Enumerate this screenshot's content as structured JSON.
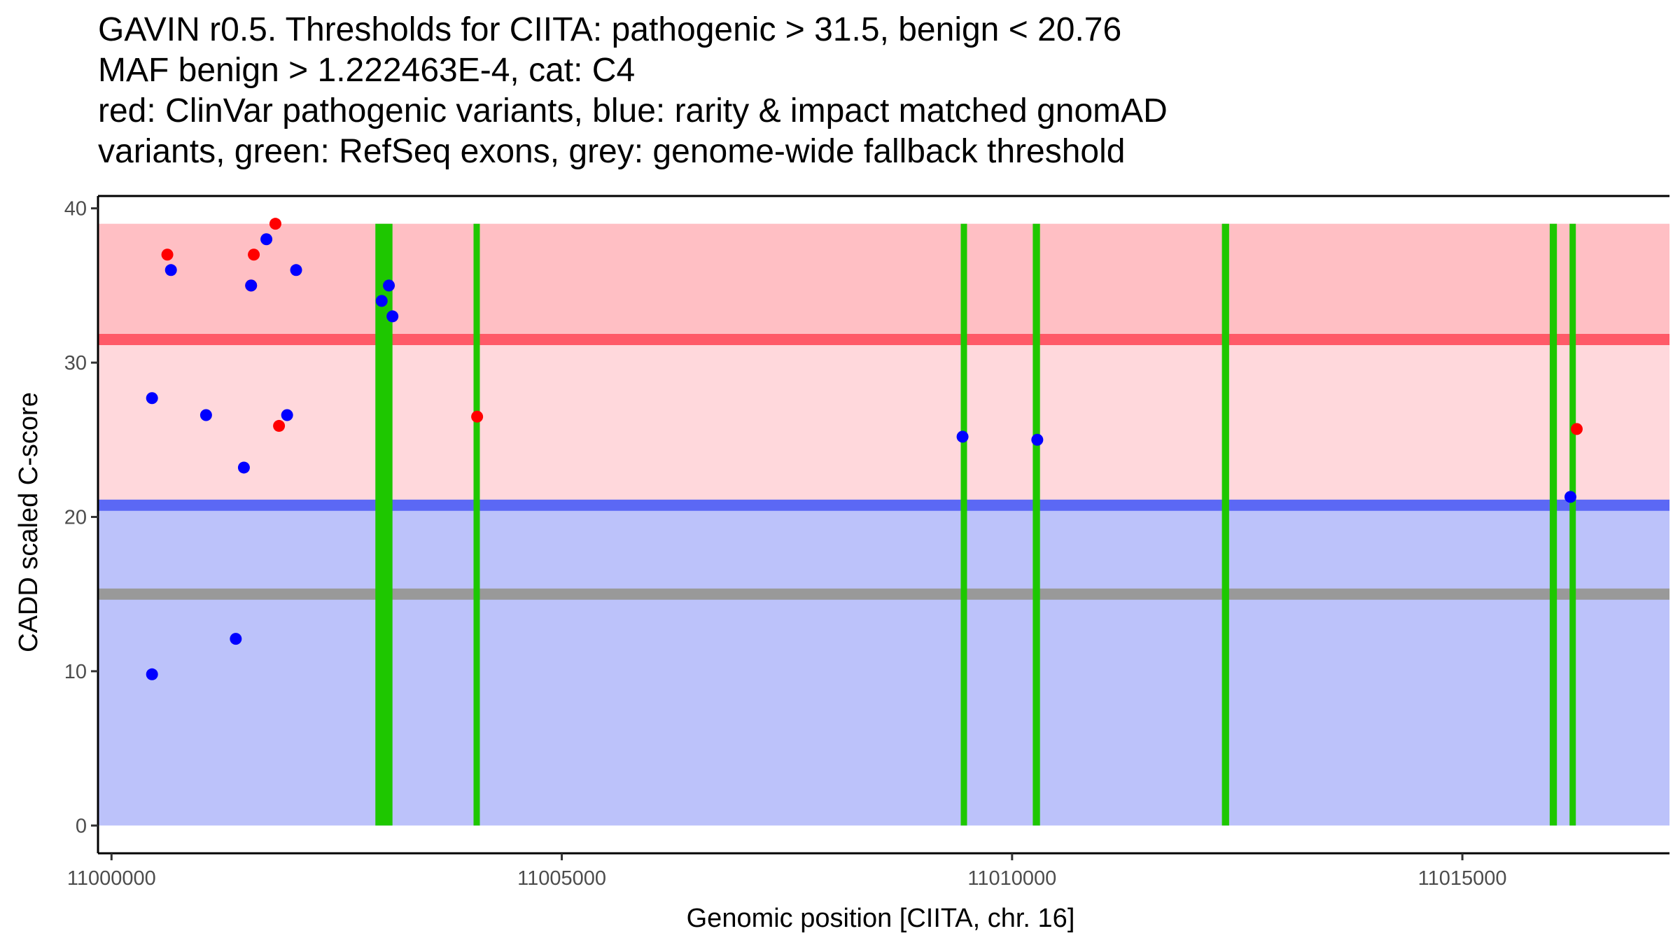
{
  "chart_data": {
    "type": "scatter",
    "title_lines": [
      "GAVIN r0.5. Thresholds for CIITA: pathogenic > 31.5, benign < 20.76",
      "MAF benign > 1.222463E-4, cat: C4",
      "red: ClinVar pathogenic variants, blue: rarity & impact matched gnomAD",
      "variants, green: RefSeq exons, grey: genome-wide fallback threshold"
    ],
    "xlabel": "Genomic position [CIITA, chr. 16]",
    "ylabel": "CADD scaled C-score",
    "xlim": [
      10999850,
      11017300
    ],
    "ylim": [
      -1.8,
      40.8
    ],
    "xticks": [
      11000000,
      11005000,
      11010000,
      11015000
    ],
    "xtick_labels": [
      "11000000",
      "11005000",
      "11010000",
      "11015000"
    ],
    "yticks": [
      0,
      10,
      20,
      30,
      40
    ],
    "ytick_labels": [
      "0",
      "10",
      "20",
      "30",
      "40"
    ],
    "grid": false,
    "colors": {
      "pathogenic_region": "#ffbfc4",
      "vus_region": "#ffd8dc",
      "benign_region": "#bcc2fa",
      "pathogenic_line": "#ff5a68",
      "benign_line": "#5b68f5",
      "fallback_line": "#999999",
      "exon": "#1ec700",
      "clinvar_point": "#ff0000",
      "gnomad_point": "#0000ff"
    },
    "regions": [
      {
        "name": "pathogenic",
        "y0": 31.5,
        "y1": 39,
        "color": "#ffbfc4"
      },
      {
        "name": "intermediate",
        "y0": 20.76,
        "y1": 31.5,
        "color": "#ffd8dc"
      },
      {
        "name": "benign",
        "y0": 0,
        "y1": 20.76,
        "color": "#bcc2fa"
      }
    ],
    "threshold_lines": [
      {
        "name": "pathogenic",
        "y": 31.5,
        "color": "#ff5a68"
      },
      {
        "name": "benign",
        "y": 20.76,
        "color": "#5b68f5"
      },
      {
        "name": "fallback",
        "y": 15.0,
        "color": "#999999"
      }
    ],
    "exons": [
      {
        "start": 11002930,
        "end": 11003120
      },
      {
        "start": 11004030,
        "end": 11004080
      },
      {
        "start": 11009430,
        "end": 11009500
      },
      {
        "start": 11010230,
        "end": 11010310
      },
      {
        "start": 11012330,
        "end": 11012410
      },
      {
        "start": 11015970,
        "end": 11016050
      },
      {
        "start": 11016190,
        "end": 11016260
      }
    ],
    "series": [
      {
        "color": "#ff0000",
        "points": [
          {
            "x": 11000620,
            "y": 37.0
          },
          {
            "x": 11001550,
            "y": 35.0
          },
          {
            "x": 11001580,
            "y": 37.0
          },
          {
            "x": 11001820,
            "y": 39.0
          },
          {
            "x": 11001860,
            "y": 25.9
          },
          {
            "x": 11004060,
            "y": 26.5
          },
          {
            "x": 11016270,
            "y": 25.7
          }
        ]
      },
      {
        "color": "#0000ff",
        "points": [
          {
            "x": 11000660,
            "y": 36.0
          },
          {
            "x": 11000450,
            "y": 27.7
          },
          {
            "x": 11000450,
            "y": 9.8
          },
          {
            "x": 11001050,
            "y": 26.6
          },
          {
            "x": 11001380,
            "y": 12.1
          },
          {
            "x": 11001470,
            "y": 23.2
          },
          {
            "x": 11001550,
            "y": 35.0
          },
          {
            "x": 11001720,
            "y": 38.0
          },
          {
            "x": 11002050,
            "y": 36.0
          },
          {
            "x": 11001950,
            "y": 26.6
          },
          {
            "x": 11003000,
            "y": 34.0
          },
          {
            "x": 11003080,
            "y": 35.0
          },
          {
            "x": 11003120,
            "y": 33.0
          },
          {
            "x": 11009450,
            "y": 25.2
          },
          {
            "x": 11010280,
            "y": 25.0
          },
          {
            "x": 11016200,
            "y": 21.3
          }
        ]
      }
    ]
  }
}
